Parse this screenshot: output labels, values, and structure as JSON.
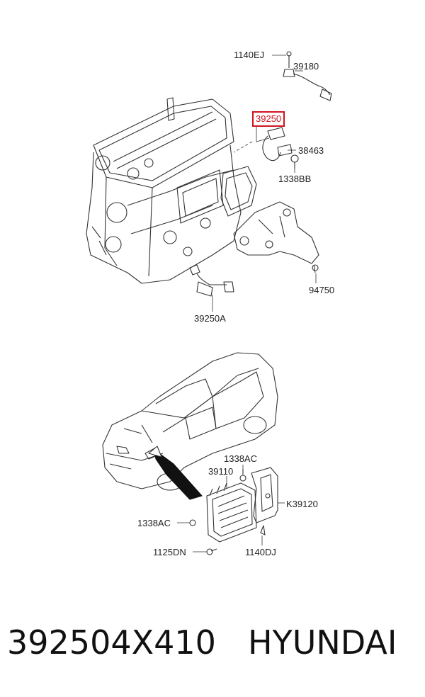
{
  "labels": {
    "l1140ej": "1140EJ",
    "l39180": "39180",
    "l39250": "39250",
    "l38463": "38463",
    "l1338bb": "1338BB",
    "l94750": "94750",
    "l39250a": "39250A",
    "l1338ac_top": "1338AC",
    "l39110": "39110",
    "lk39120": "K39120",
    "l1338ac_left": "1338AC",
    "l1125dn": "1125DN",
    "l1140dj": "1140DJ"
  },
  "caption": {
    "part_number": "392504X410",
    "brand": "HYUNDAI"
  },
  "colors": {
    "highlight": "#d0141e",
    "line": "#222222"
  }
}
